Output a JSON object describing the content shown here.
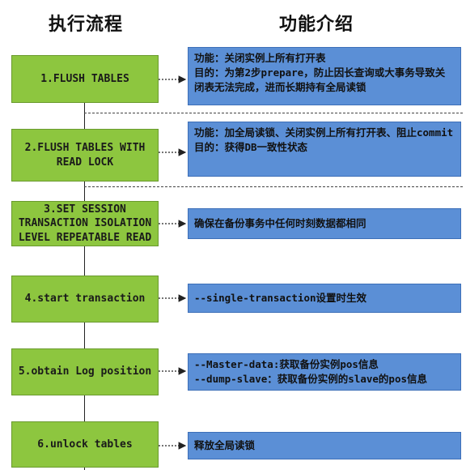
{
  "header": {
    "left": "执行流程",
    "right": "功能介绍"
  },
  "steps": [
    {
      "label": "1.FLUSH TABLES"
    },
    {
      "label": "2.FLUSH TABLES WITH READ LOCK"
    },
    {
      "label": "3.SET SESSION TRANSACTION ISOLATION LEVEL REPEATABLE READ"
    },
    {
      "label": "4.start transaction"
    },
    {
      "label": "5.obtain Log position"
    },
    {
      "label": "6.unlock tables"
    }
  ],
  "descriptions": [
    {
      "lines": [
        "功能：关闭实例上所有打开表",
        "目的：为第2步prepare，防止因长查询或大事务导致关闭表无法完成，进而长期持有全局读锁"
      ]
    },
    {
      "lines": [
        "功能：加全局读锁、关闭实例上所有打开表、阻止commit",
        "目的：获得DB一致性状态"
      ]
    },
    {
      "lines": [
        "确保在备份事务中任何时刻数据都相同"
      ]
    },
    {
      "lines": [
        "--single-transaction设置时生效"
      ]
    },
    {
      "lines": [
        "--Master-data:获取备份实例pos信息",
        "--dump-slave：获取备份实例的slave的pos信息"
      ]
    },
    {
      "lines": [
        "释放全局读锁"
      ]
    }
  ]
}
